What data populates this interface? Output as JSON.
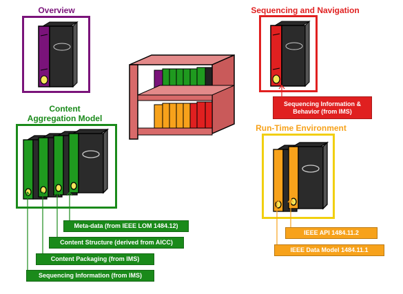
{
  "colors": {
    "overview": "#7a137a",
    "sequencing": "#e02020",
    "content": "#1a8a1a",
    "runtime": "#f7a21b",
    "runtime_border": "#f1cf0e",
    "shelf": "#d86a6a"
  },
  "titles": {
    "overview": "Overview",
    "sequencing_navigation": "Sequencing and Navigation",
    "content_aggregation_line1": "Content",
    "content_aggregation_line2": "Aggregation Model",
    "runtime_environment": "Run-Time Environment"
  },
  "labels": {
    "seq_info_behavior_line1": "Sequencing Information &",
    "seq_info_behavior_line2": "Behavior (from IMS)",
    "meta_data": "Meta-data (from IEEE LOM 1484.12)",
    "content_structure": "Content Structure (derived from AICC)",
    "content_packaging": "Content Packaging (from IMS)",
    "sequencing_information": "Sequencing Information (from IMS)",
    "ieee_api": "IEEE API 1484.11.2",
    "ieee_data_model": "IEEE Data Model 1484.11.1"
  },
  "icons": [
    "book-icon",
    "bookshelf-icon",
    "arrow-up-icon"
  ]
}
